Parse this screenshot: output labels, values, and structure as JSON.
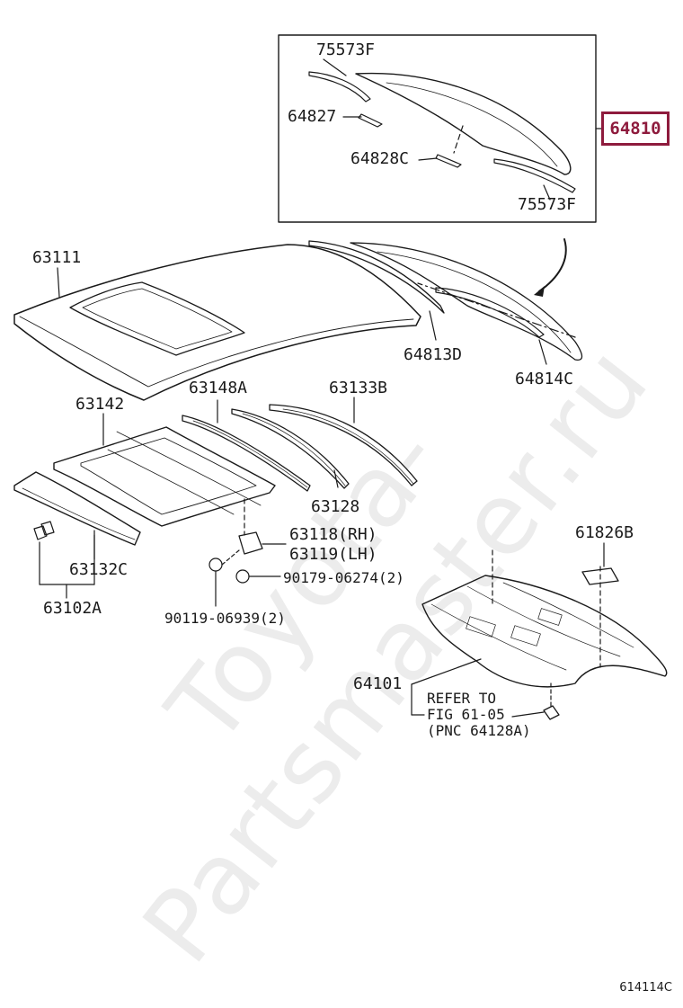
{
  "labels": {
    "p75573f_top": "75573F",
    "p64827": "64827",
    "p64828c": "64828C",
    "p75573f_bottom": "75573F",
    "p64810": "64810",
    "p63111": "63111",
    "p64813d": "64813D",
    "p64814c": "64814C",
    "p63142": "63142",
    "p63148a": "63148A",
    "p63133b": "63133B",
    "p63128": "63128",
    "p63118rh": "63118(RH)",
    "p63119lh": "63119(LH)",
    "p63132c": "63132C",
    "p63102a": "63102A",
    "p90179": "90179-06274(2)",
    "p90119": "90119-06939(2)",
    "p61826b": "61826B",
    "p64101": "64101"
  },
  "note": {
    "line1": "REFER TO",
    "line2": "FIG 61-05",
    "line3": "(PNC 64128A)"
  },
  "watermark": "Toyota-Partsmaster.ru",
  "figure_code": "614114C",
  "colors": {
    "line": "#1a1a1a",
    "highlight": "#8e1b3d",
    "watermark": "#c8c8c8"
  }
}
